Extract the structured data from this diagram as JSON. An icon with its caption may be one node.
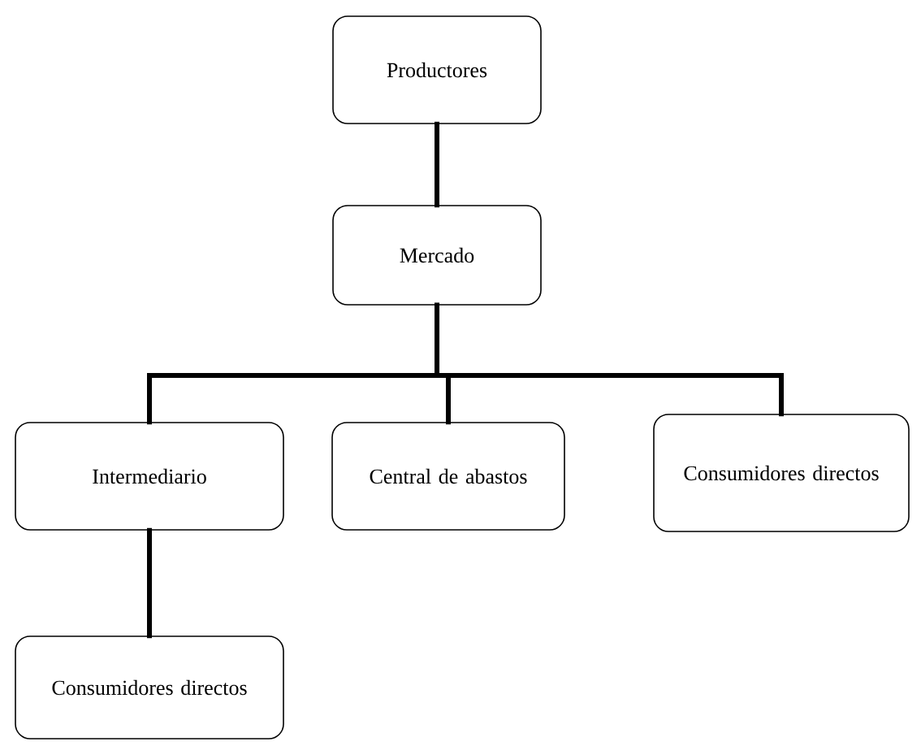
{
  "diagram": {
    "nodes": [
      {
        "text": [
          "Productores"
        ]
      },
      {
        "text": [
          "Mercado"
        ]
      },
      {
        "text": [
          "Intermediario"
        ]
      },
      {
        "text": [
          "Central de abastos"
        ]
      },
      {
        "text": [
          "Consumidores directos"
        ]
      },
      {
        "text": [
          "Consumidores directos"
        ]
      }
    ],
    "edges": [
      {
        "from": 0,
        "to": 1,
        "arrow": "none"
      },
      {
        "from": 1,
        "to": 2,
        "arrow": "none"
      },
      {
        "from": 1,
        "to": 3,
        "arrow": "none"
      },
      {
        "from": 1,
        "to": 4,
        "arrow": "none"
      },
      {
        "from": 2,
        "to": 5,
        "arrow": "none"
      }
    ]
  }
}
